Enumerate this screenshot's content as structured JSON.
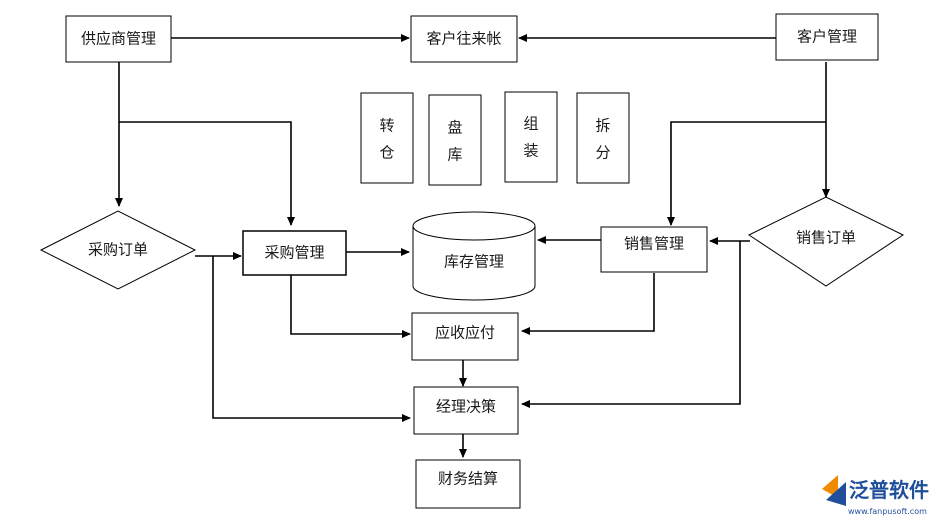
{
  "nodes": {
    "supplier_mgmt": "供应商管理",
    "customer_ledger": "客户往来帐",
    "customer_mgmt": "客户管理",
    "transfer_1": "转",
    "transfer_2": "仓",
    "stocktake_1": "盘",
    "stocktake_2": "库",
    "assembly_1": "组",
    "assembly_2": "装",
    "disassembly_1": "拆",
    "disassembly_2": "分",
    "purchase_order": "采购订单",
    "purchase_mgmt": "采购管理",
    "inventory_mgmt": "库存管理",
    "sales_mgmt": "销售管理",
    "sales_order": "销售订单",
    "receivables_payables": "应收应付",
    "manager_decision": "经理决策",
    "financial_settlement": "财务结算"
  },
  "watermark": {
    "brand": "泛普软件",
    "url": "www.fanpusoft.com",
    "colors": {
      "orange": "#f08a00",
      "blue": "#1f4e9b"
    }
  }
}
